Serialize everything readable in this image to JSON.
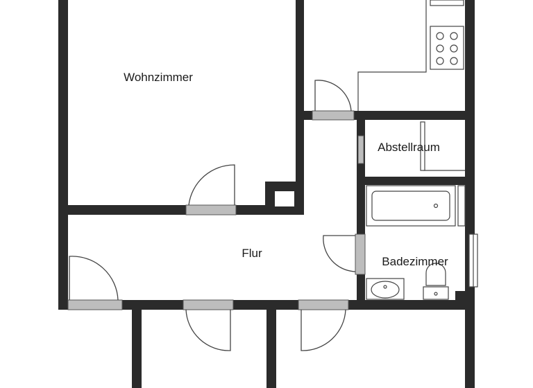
{
  "plan": {
    "rooms": {
      "living_room": "Wohnzimmer",
      "hallway": "Flur",
      "storage": "Abstellraum",
      "bathroom": "Badezimmer"
    },
    "colors": {
      "wall": "#2b2b2b",
      "door": "#bdbdbd",
      "background": "#ffffff"
    }
  }
}
